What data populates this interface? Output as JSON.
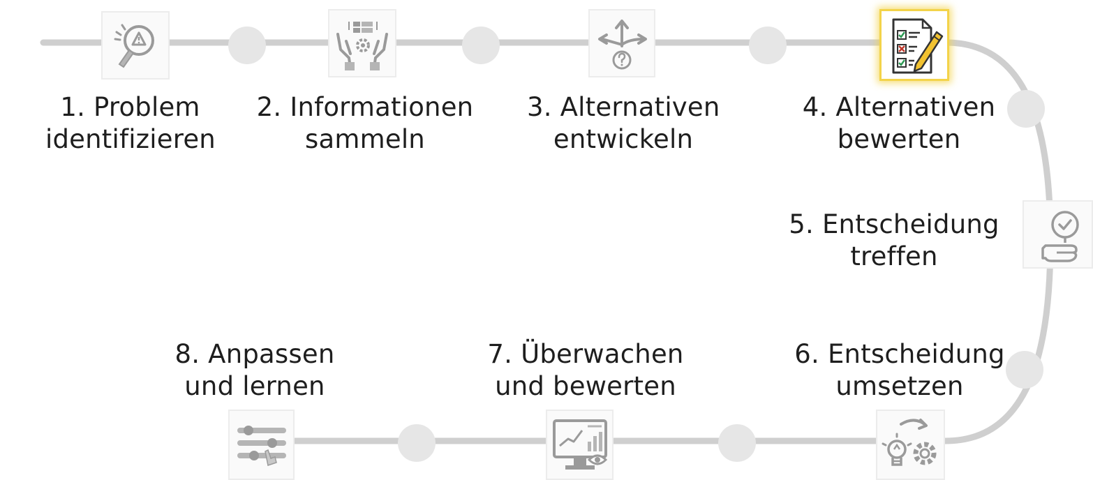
{
  "colors": {
    "track": "#cfcfcf",
    "dot": "#e6e6e6",
    "icon_gray": "#9a9a9a",
    "active_highlight": "#f3d34a",
    "check_green": "#2e9b55",
    "cross_red": "#c0392b",
    "pencil_yellow": "#f2c230"
  },
  "steps": [
    {
      "line1": "1. Problem",
      "line2": "identifizieren",
      "icon": "magnifier-warning-icon"
    },
    {
      "line1": "2. Informationen",
      "line2": "sammeln",
      "icon": "hands-data-gear-icon"
    },
    {
      "line1": "3. Alternativen",
      "line2": "entwickeln",
      "icon": "branching-arrows-question-icon"
    },
    {
      "line1": "4. Alternativen",
      "line2": "bewerten",
      "icon": "checklist-pencil-icon",
      "active": true
    },
    {
      "line1": "5. Entscheidung",
      "line2": "treffen",
      "icon": "hand-checkmark-icon"
    },
    {
      "line1": "6. Entscheidung",
      "line2": "umsetzen",
      "icon": "lightbulb-gear-icon"
    },
    {
      "line1": "7. Überwachen",
      "line2": "und bewerten",
      "icon": "monitor-chart-eye-icon"
    },
    {
      "line1": "8. Anpassen",
      "line2": "und lernen",
      "icon": "sliders-adjust-icon"
    }
  ]
}
